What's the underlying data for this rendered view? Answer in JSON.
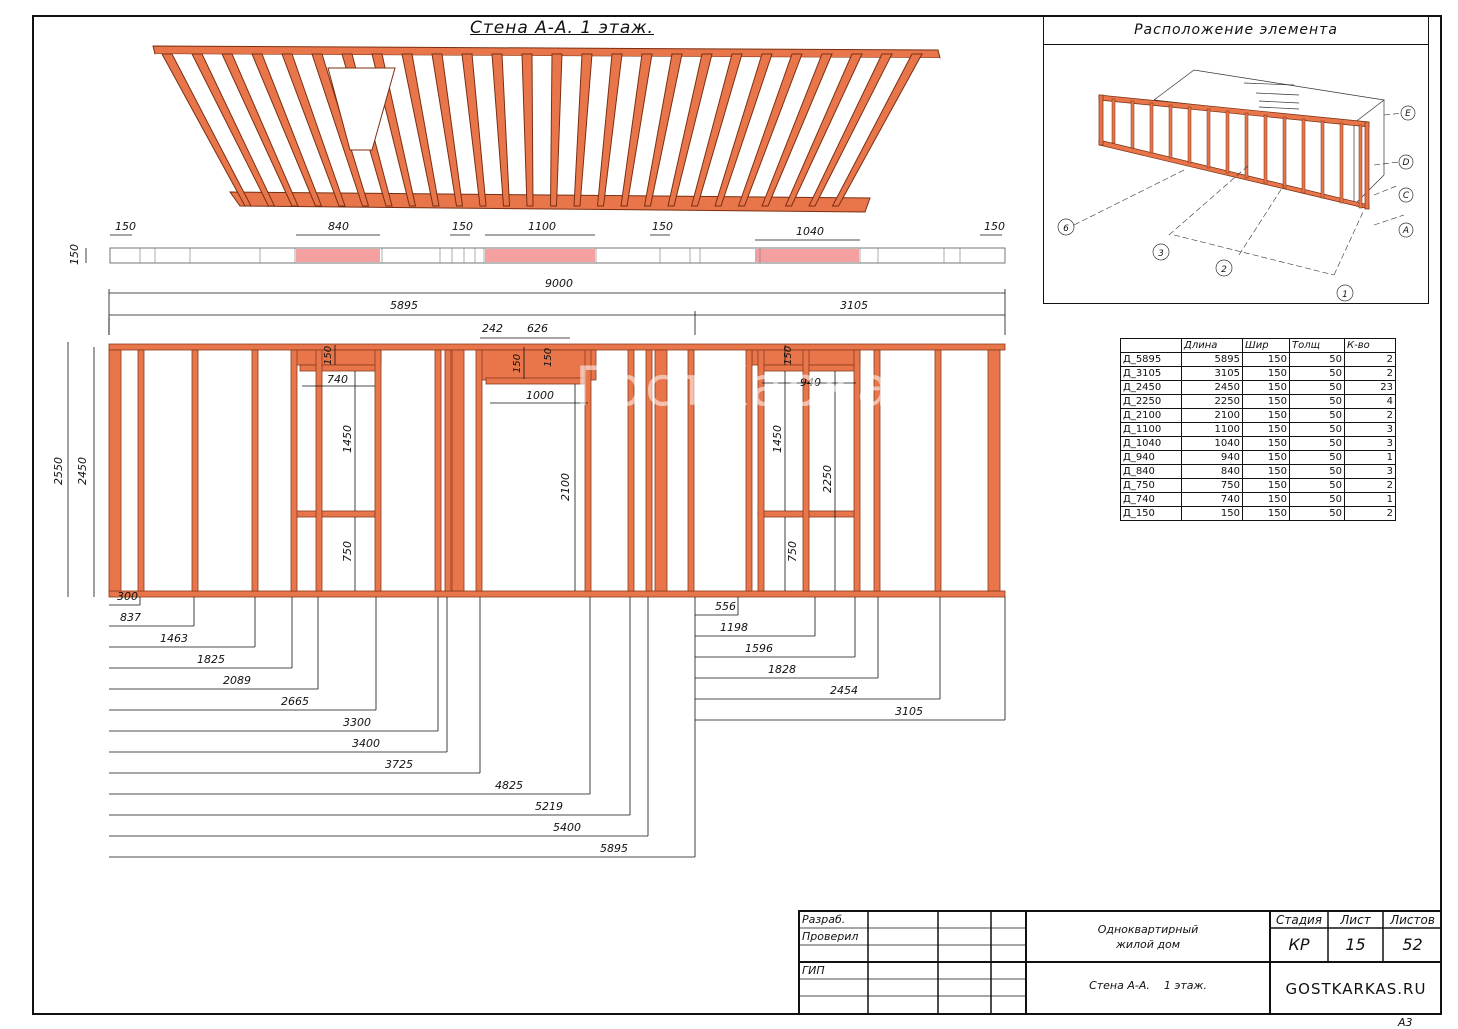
{
  "title": "Стена А-А. 1 этаж.",
  "location_title": "Расположение элемента",
  "axis_labels": [
    "Е",
    "D",
    "C",
    "А",
    "1",
    "2",
    "3",
    "6"
  ],
  "watermark": "ГостКаркас",
  "plan_dims": [
    "150",
    "840",
    "150",
    "1100",
    "150",
    "1040",
    "150"
  ],
  "plan_height": "150",
  "overall": {
    "total": "9000",
    "left": "5895",
    "right": "3105"
  },
  "top_dims": [
    "242",
    "626"
  ],
  "height_dims": {
    "outer": "2550",
    "inner": "2450"
  },
  "opening_dims": {
    "w1_top": "150",
    "w1_width": "740",
    "w1_height": "1450",
    "w1_sill": "750",
    "door_top": "150",
    "door_width": "1000",
    "door_height": "2100",
    "w2_top": "150",
    "w2_width": "940",
    "w2_height": "1450",
    "w2_sill": "750",
    "w2_head": "2250"
  },
  "left_chain": [
    "300",
    "837",
    "1463",
    "1825",
    "2089",
    "2665",
    "3300",
    "3400",
    "3725",
    "4825",
    "5219",
    "5400",
    "5895"
  ],
  "right_chain": [
    "556",
    "1198",
    "1596",
    "1828",
    "2454",
    "3105"
  ],
  "spec_table": {
    "headers": [
      "",
      "Длина",
      "Шир",
      "Толщ",
      "К-во"
    ],
    "rows": [
      [
        "Д_5895",
        "5895",
        "150",
        "50",
        "2"
      ],
      [
        "Д_3105",
        "3105",
        "150",
        "50",
        "2"
      ],
      [
        "Д_2450",
        "2450",
        "150",
        "50",
        "23"
      ],
      [
        "Д_2250",
        "2250",
        "150",
        "50",
        "4"
      ],
      [
        "Д_2100",
        "2100",
        "150",
        "50",
        "2"
      ],
      [
        "Д_1100",
        "1100",
        "150",
        "50",
        "3"
      ],
      [
        "Д_1040",
        "1040",
        "150",
        "50",
        "3"
      ],
      [
        "Д_940",
        "940",
        "150",
        "50",
        "1"
      ],
      [
        "Д_840",
        "840",
        "150",
        "50",
        "3"
      ],
      [
        "Д_750",
        "750",
        "150",
        "50",
        "2"
      ],
      [
        "Д_740",
        "740",
        "150",
        "50",
        "1"
      ],
      [
        "Д_150",
        "150",
        "150",
        "50",
        "2"
      ]
    ]
  },
  "stamp": {
    "developed": "Разраб.",
    "checked": "Проверил",
    "chief": "ГИП",
    "project_line1": "Одноквартирный",
    "project_line2": "жилой дом",
    "sheet_name": "Стена А-А.    1 этаж.",
    "stage_label": "Стадия",
    "sheet_label": "Лист",
    "sheets_label": "Листов",
    "stage": "КР",
    "sheet": "15",
    "sheets": "52",
    "site": "GOSTKARKAS.RU"
  },
  "format": "А3",
  "colors": {
    "timber": "#E8764A",
    "timber_dark": "#8A3A1C",
    "highlight": "#F4A0A0"
  }
}
